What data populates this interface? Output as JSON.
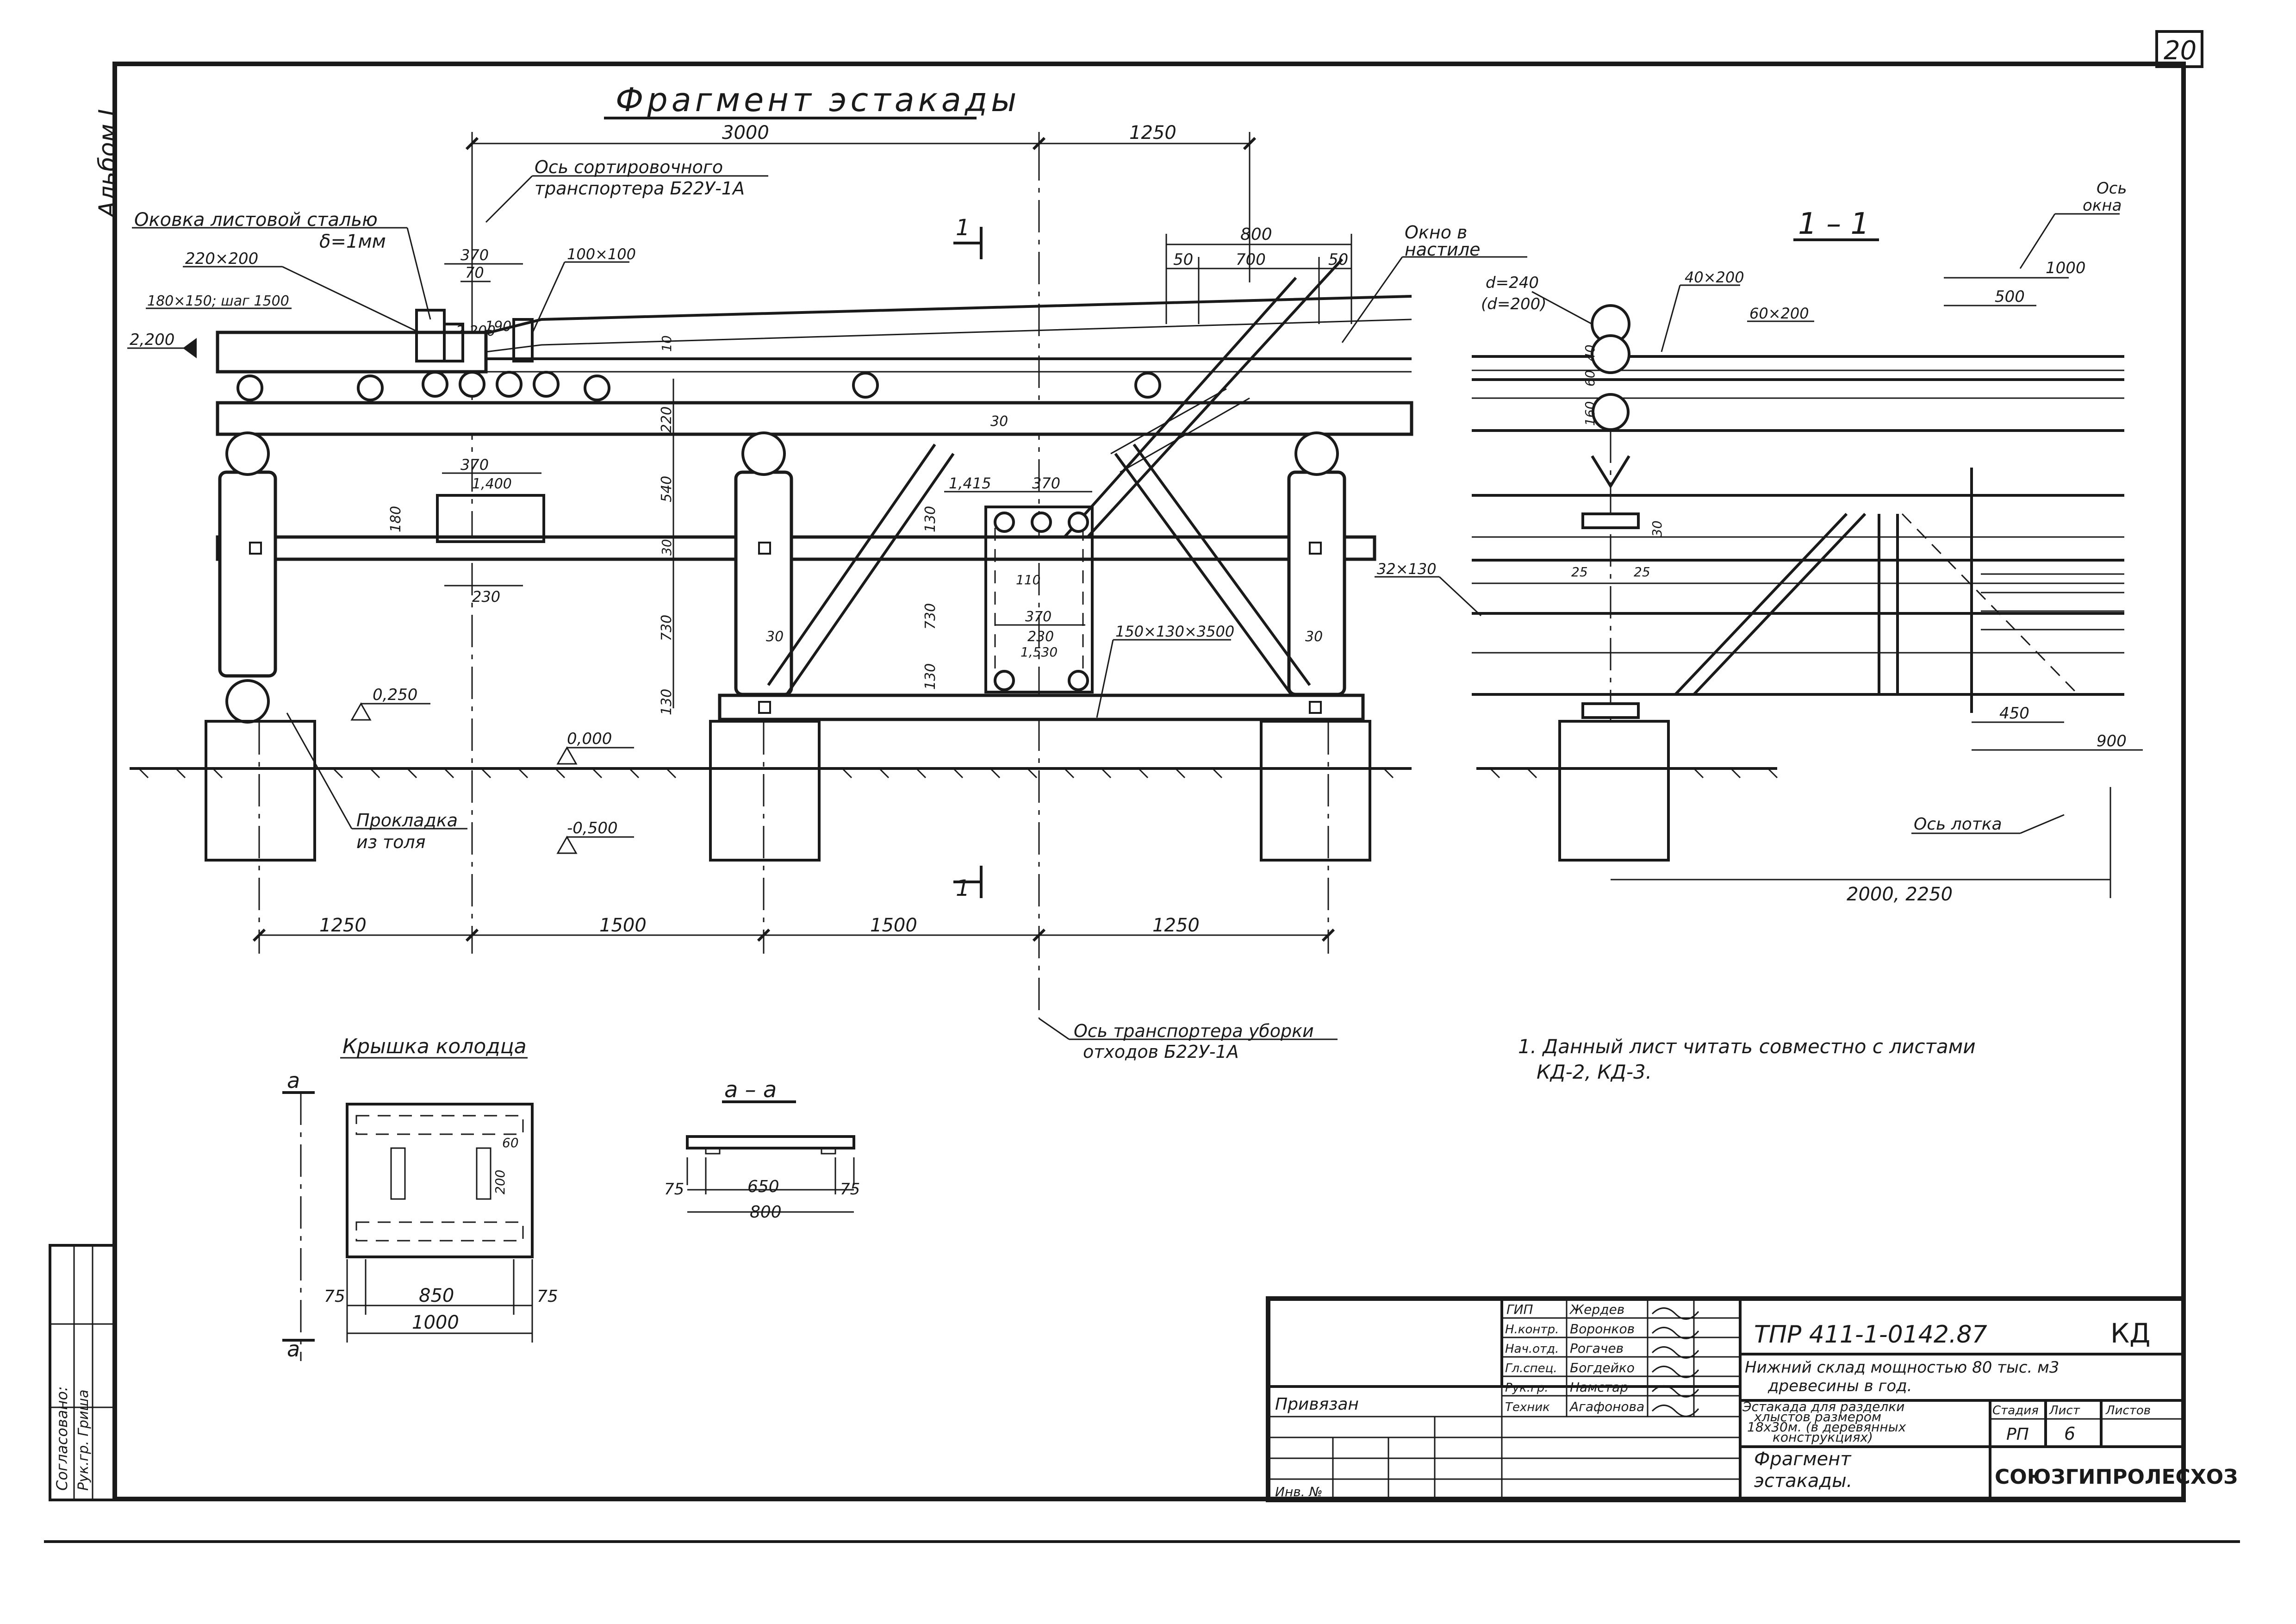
{
  "sheet": {
    "page_number": "20",
    "side_label": "Альбом I"
  },
  "main_view": {
    "title": "Фрагмент эстакады",
    "axis_sorting_conveyor": [
      "Ось сортировочного",
      "транспортера Б22У-1А"
    ],
    "axis_waste_conveyor": [
      "Ось транспортера уборки",
      "отходов Б22У-1А"
    ],
    "sheet_steel_lining": [
      "Оковка листовой сталью",
      "δ=1мм"
    ],
    "deck_window": [
      "Окно в",
      "настиле"
    ],
    "roofing_pad": [
      "Прокладка",
      "из толя"
    ],
    "section_mark": "1",
    "labels": {
      "d220x200": "220×200",
      "d180x150": "180×150; шаг 1500",
      "d100x100": "100×100",
      "d150x130x3500": "150×130×3500",
      "d2200": "2,200",
      "d0250": "0,250",
      "d0000": "0,000",
      "dm0500": "-0,500",
      "d370a": "370",
      "d70": "70",
      "d370b": "370",
      "d1400": "1,400",
      "d180": "180",
      "d230": "230",
      "d1415": "1,415",
      "d370c": "370",
      "d110": "110",
      "d370d": "370",
      "d230b": "230",
      "d1530": "1,530",
      "d130a": "130",
      "d730a": "730",
      "d130b": "130",
      "d220": "220",
      "d540": "540",
      "d730b": "730",
      "d130c": "130",
      "d30a": "30",
      "d30b": "30",
      "d30c": "30",
      "d10": "10",
      "d190": "190",
      "d50a": "50",
      "d700": "700",
      "d50b": "50",
      "d800": "800",
      "d30d": "30"
    },
    "dims_top": [
      "3000",
      "1250"
    ],
    "dims_bottom": [
      "1250",
      "1500",
      "1500",
      "1250"
    ]
  },
  "section_view": {
    "title": "1 – 1",
    "window_axis": [
      "Ось",
      "окна"
    ],
    "trough_axis": "Ось лотка",
    "d240": "d=240",
    "d200p": "(d=200)",
    "d40x200": "40×200",
    "d60x200": "60×200",
    "d1000": "1000",
    "d500": "500",
    "d32x130": "32×130",
    "d450": "450",
    "d900": "900",
    "d2000": "2000, 2250",
    "d25a": "25",
    "d25b": "25",
    "d30": "30",
    "d160": "160",
    "d60": "60",
    "d40": "40"
  },
  "cover": {
    "title": "Крышка колодца",
    "a_mark": "а",
    "dims": [
      "75",
      "850",
      "75",
      "1000"
    ],
    "d60": "60",
    "d200": "200"
  },
  "section_aa": {
    "title": "а – а",
    "dims": [
      "75",
      "650",
      "75",
      "800"
    ]
  },
  "note": [
    "1. Данный лист читать совместно с листами",
    "КД-2, КД-3."
  ],
  "approval": {
    "rows": [
      "Согласовано:",
      "Рук.гр. Гриша"
    ]
  },
  "stamp": {
    "tied": "Привязан",
    "inv": "Инв. №",
    "people": [
      {
        "role": "ГИП",
        "name": "Жердев"
      },
      {
        "role": "Н.контр.",
        "name": "Воронков"
      },
      {
        "role": "Нач.отд.",
        "name": "Рогачев"
      },
      {
        "role": "Гл.спец.",
        "name": "Богдейко"
      },
      {
        "role": "Рук.гр.",
        "name": "Намстар"
      },
      {
        "role": "Техник",
        "name": "Агафонова"
      }
    ],
    "code": "ТПР 411-1-0142.87",
    "mark": "КД",
    "project": [
      "Нижний склад мощностью 80 тыс. м3",
      "древесины в год."
    ],
    "object": [
      "Эстакада для разделки",
      "хлыстов размером",
      "18х30м. (в деревянных",
      "конструкциях)"
    ],
    "sheet_title": [
      "Фрагмент",
      "эстакады."
    ],
    "col_stage": "Стадия",
    "col_sheet": "Лист",
    "col_sheets": "Листов",
    "stage": "РП",
    "sheet_no": "6",
    "org": "СОЮЗГИПРОЛЕСХОЗ"
  }
}
